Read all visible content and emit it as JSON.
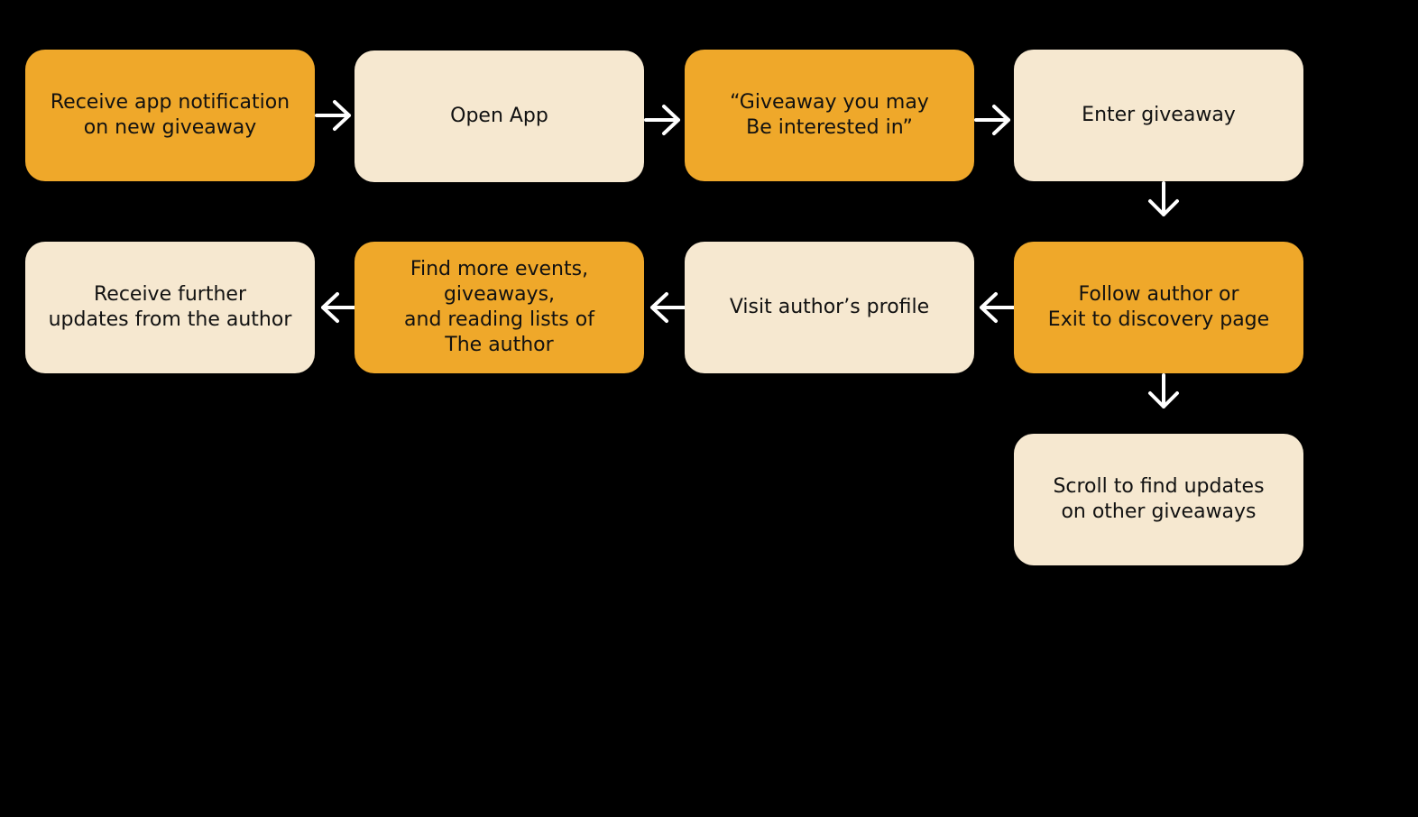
{
  "colors": {
    "background": "#000000",
    "orange": "#EFA82A",
    "cream": "#F6E8D0",
    "arrow": "#FFFFFF",
    "text": "#111111"
  },
  "nodes": [
    {
      "id": "n1",
      "label": "Receive app notification\non new giveaway",
      "style": "orange"
    },
    {
      "id": "n2",
      "label": "Open App",
      "style": "cream"
    },
    {
      "id": "n3",
      "label": "“Giveaway you may\nBe interested in”",
      "style": "orange"
    },
    {
      "id": "n4",
      "label": "Enter giveaway",
      "style": "cream"
    },
    {
      "id": "n5",
      "label": "Follow author or\nExit to discovery page",
      "style": "orange"
    },
    {
      "id": "n6",
      "label": "Visit author’s profile",
      "style": "cream"
    },
    {
      "id": "n7",
      "label": "Find more events, giveaways,\nand reading lists of\nThe author",
      "style": "orange"
    },
    {
      "id": "n8",
      "label": "Receive further\nupdates from the author",
      "style": "cream"
    },
    {
      "id": "n9",
      "label": "Scroll to find updates\non other giveaways",
      "style": "cream"
    }
  ],
  "edges": [
    {
      "from": "n1",
      "to": "n2",
      "direction": "right"
    },
    {
      "from": "n2",
      "to": "n3",
      "direction": "right"
    },
    {
      "from": "n3",
      "to": "n4",
      "direction": "right"
    },
    {
      "from": "n4",
      "to": "n5",
      "direction": "down"
    },
    {
      "from": "n5",
      "to": "n6",
      "direction": "left"
    },
    {
      "from": "n6",
      "to": "n7",
      "direction": "left"
    },
    {
      "from": "n7",
      "to": "n8",
      "direction": "left"
    },
    {
      "from": "n5",
      "to": "n9",
      "direction": "down"
    }
  ]
}
